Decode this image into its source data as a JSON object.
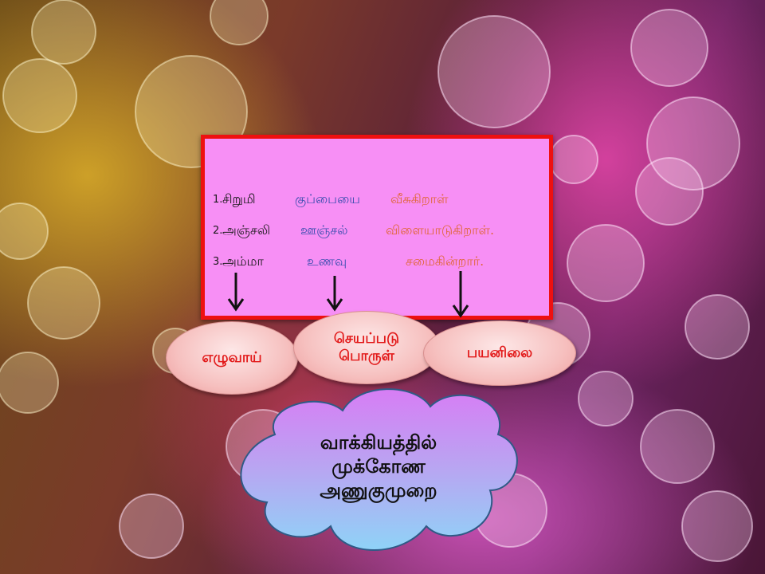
{
  "sentences": [
    {
      "number": "1.",
      "subject": "சிறுமி",
      "object": "குப்பையை",
      "verb": "வீசுகிறாள்"
    },
    {
      "number": "2.",
      "subject": "அஞ்சலி",
      "object": "ஊஞ்சல்",
      "verb": "விளையாடுகிறாள்."
    },
    {
      "number": "3.",
      "subject": "அம்மா",
      "object": "உணவு",
      "verb": "சமைகின்றார்."
    }
  ],
  "labels": {
    "subject": "எழுவாய்",
    "object_line1": "செயப்படு",
    "object_line2": "பொருள்",
    "verb": "பயனிலை"
  },
  "cloud": {
    "line1": "வாக்கியத்தில்",
    "line2": "முக்கோண",
    "line3": "அணுகுமுறை"
  },
  "colors": {
    "frame_border": "#ee1010",
    "frame_fill": "#f78ff5",
    "subject_text": "#1a1a1a",
    "object_text": "#3d4fb0",
    "verb_text": "#e0673a",
    "label_text": "#e21a1a"
  }
}
